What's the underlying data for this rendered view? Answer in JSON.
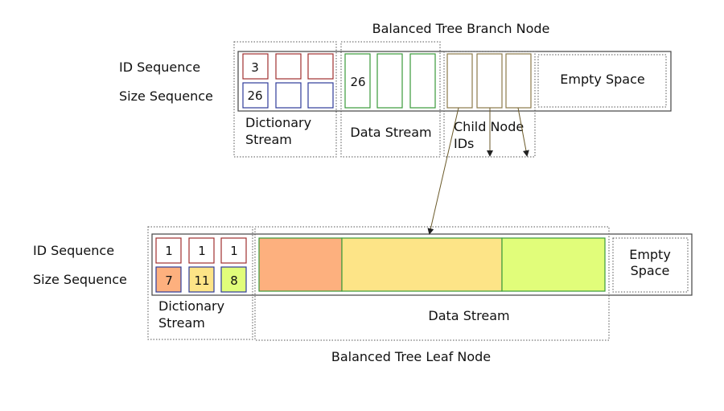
{
  "branch_node": {
    "title": "Balanced Tree Branch Node",
    "id_sequence_label": "ID Sequence",
    "size_sequence_label": "Size Sequence",
    "id_cells": [
      "3",
      "",
      ""
    ],
    "size_cells": [
      "26",
      "",
      ""
    ],
    "dictionary_stream_label": [
      "Dictionary",
      "Stream"
    ],
    "data_stream_label": "Data Stream",
    "data_cells": [
      "26",
      "",
      ""
    ],
    "child_node_label": [
      "Child Node",
      "IDs"
    ],
    "empty_space_label": "Empty Space"
  },
  "leaf_node": {
    "title": "Balanced Tree Leaf Node",
    "id_sequence_label": "ID Sequence",
    "size_sequence_label": "Size Sequence",
    "id_cells": [
      "1",
      "1",
      "1"
    ],
    "size_cells": [
      "7",
      "11",
      "8"
    ],
    "dictionary_stream_label": [
      "Dictionary",
      "Stream"
    ],
    "data_stream_label": "Data Stream",
    "empty_space_label": [
      "Empty",
      "Space"
    ]
  },
  "colors": {
    "id_box_branch": "#a0302f",
    "size_box_branch": "#2e3b9a",
    "data_box_branch": "#3a9a3a",
    "child_box": "#8c7a4a",
    "arrow": "#6b5a2a",
    "leaf_id_box": "#a0302f",
    "segment_1": "#fdb07e",
    "segment_2": "#fde487",
    "segment_3": "#e1fd7a"
  }
}
